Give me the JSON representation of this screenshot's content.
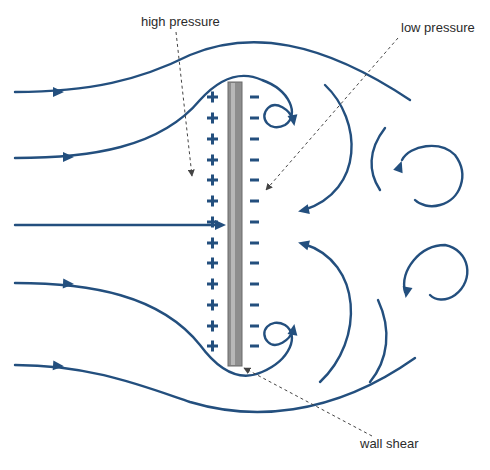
{
  "diagram": {
    "labels": [
      "high pressure",
      "low pressure",
      "wall shear"
    ]
  }
}
